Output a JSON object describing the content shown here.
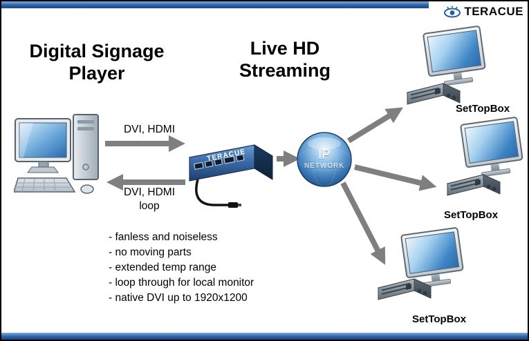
{
  "brand": {
    "name": "TERACUE"
  },
  "icons": {
    "brand": "eye-icon"
  },
  "titles": {
    "left_line1": "Digital Signage",
    "left_line2": "Player",
    "center_line1": "Live HD",
    "center_line2": "Streaming"
  },
  "flow": {
    "input_label": "DVI, HDMI",
    "loop_label_line1": "DVI, HDMI",
    "loop_label_line2": "loop",
    "network_line1": "IP",
    "network_line2": "NETWORK",
    "encoder_brand": "TERACUE"
  },
  "features": [
    "- fanless and noiseless",
    "- no moving parts",
    "- extended temp range",
    "- loop through for local monitor",
    "- native DVI up to 1920x1200"
  ],
  "receivers": [
    {
      "label": "SetTopBox"
    },
    {
      "label": "SetTopBox"
    },
    {
      "label": "SetTopBox"
    }
  ],
  "colors": {
    "accent_bar": "#2a5d9c",
    "arrow": "#7f7f7f",
    "screen_blue": "#3f86c6"
  }
}
